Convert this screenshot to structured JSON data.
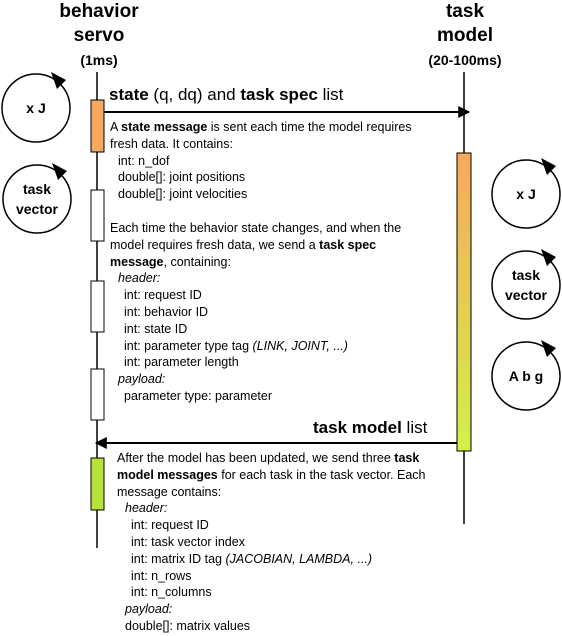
{
  "left_column": {
    "title_line1": "behavior",
    "title_line2": "servo",
    "period": "(1ms)"
  },
  "right_column": {
    "title_line1": "task",
    "title_line2": "model",
    "period": "(20-100ms)"
  },
  "left_circles": [
    {
      "line1": "x J",
      "line2": ""
    },
    {
      "line1": "task",
      "line2": "vector"
    }
  ],
  "right_circles": [
    {
      "line1": "x J",
      "line2": ""
    },
    {
      "line1": "task",
      "line2": "vector"
    },
    {
      "line1": "A b g",
      "line2": ""
    }
  ],
  "arrow_state": {
    "bold1": "state",
    "mid": " (q, dq) and ",
    "bold2": "task spec",
    "tail": " list"
  },
  "arrow_model": {
    "bold": "task model",
    "tail": " list"
  },
  "state_desc": {
    "pre": "A ",
    "bold": "state message",
    "post": " is sent each time the model requires",
    "line2": "fresh data. It contains:",
    "fields": [
      "int: n_dof",
      "double[]: joint positions",
      "double[]: joint velocities"
    ]
  },
  "spec_desc": {
    "line1": "Each time the behavior state changes, and when the",
    "line2_pre": "model requires fresh data, we send a ",
    "line2_bold": "task spec",
    "line3_bold": "message",
    "line3_post": ", containing:",
    "header_label": "header:",
    "header_fields": [
      "int: request ID",
      "int: behavior ID",
      "int: state ID"
    ],
    "param_tag_pre": "int: parameter type tag ",
    "param_tag_it": "(LINK, JOINT, ...)",
    "param_len": "int: parameter length",
    "payload_label": "payload:",
    "payload_field": "parameter type: parameter"
  },
  "model_desc": {
    "line1_pre": "After the model has been updated, we send three ",
    "line1_bold": "task",
    "line2_bold": "model messages",
    "line2_post": " for each task in the task vector. Each",
    "line3": "message contains:",
    "header_label": "header:",
    "header_fields": [
      "int: request ID",
      "int: task vector index"
    ],
    "matrix_tag_pre": "int: matrix ID tag ",
    "matrix_tag_it": "(JACOBIAN, LAMBDA, ...)",
    "dims": [
      "int: n_rows",
      "int: n_columns"
    ],
    "payload_label": "payload:",
    "payload_field": "double[]: matrix values"
  },
  "colors": {
    "orange": "#f5a860",
    "green": "#b5e33c",
    "gradient_top": "#f7a95c",
    "gradient_bottom": "#d2f04a",
    "line": "#000000"
  }
}
